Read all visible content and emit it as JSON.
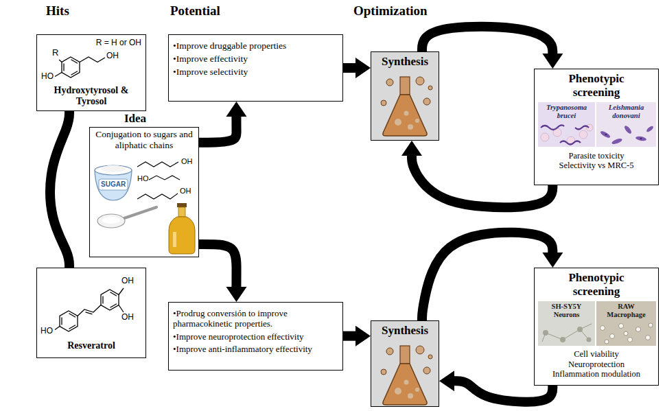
{
  "diagram": {
    "nodes": [
      {
        "text": [
          "R = H or OH",
          "Hydroxytyrosol & Tyrosol"
        ]
      },
      {
        "text": [
          "Idea",
          "Conjugation to sugars and aliphatic chains"
        ]
      },
      {
        "text": [
          "Resveratrol"
        ]
      },
      {
        "text": [
          "•Improve druggable properties",
          "•Improve effectivity",
          "•Improve selectivity"
        ]
      },
      {
        "text": [
          "Synthesis"
        ]
      },
      {
        "text": [
          "Phenotypic screening",
          "Parasite toxicity",
          "Selectivity vs MRC-5"
        ]
      },
      {
        "text": [
          "Trypanosoma brucei"
        ],
        "in": 5
      },
      {
        "text": [
          "Leishmania donovani"
        ],
        "in": 5
      },
      {
        "text": [
          "•Prodrug conversión to improve pharmacokinetic properties.",
          "•Improve neuroprotection effectivity",
          "•Improve anti-inflammatory effectivity"
        ]
      },
      {
        "text": [
          "Synthesis"
        ]
      },
      {
        "text": [
          "Phenotypic screening",
          "Cell viability",
          "Neuroprotection",
          "Inflammation modulation"
        ]
      },
      {
        "text": [
          "SH-SY5Y Neurons"
        ],
        "in": 10
      },
      {
        "text": [
          "RAW Macrophage"
        ],
        "in": 10
      }
    ],
    "edges": [
      {
        "from": 0,
        "to": 2,
        "arrow": "none"
      },
      {
        "from": 1,
        "to": 3,
        "arrow": "to"
      },
      {
        "from": 1,
        "to": 8,
        "arrow": "to"
      },
      {
        "from": 3,
        "to": 4,
        "arrow": "to"
      },
      {
        "from": 4,
        "to": 5,
        "arrow": "to"
      },
      {
        "from": 5,
        "to": 4,
        "arrow": "to"
      },
      {
        "from": 8,
        "to": 9,
        "arrow": "to"
      },
      {
        "from": 9,
        "to": 10,
        "arrow": "to"
      },
      {
        "from": 10,
        "to": 9,
        "arrow": "to"
      }
    ],
    "labels": [
      "Hits",
      "Potential",
      "Optimization",
      "R",
      "HO",
      "OH",
      "SUGAR",
      "OH",
      "HO",
      "OH",
      "OH",
      "OH",
      "HO"
    ]
  }
}
